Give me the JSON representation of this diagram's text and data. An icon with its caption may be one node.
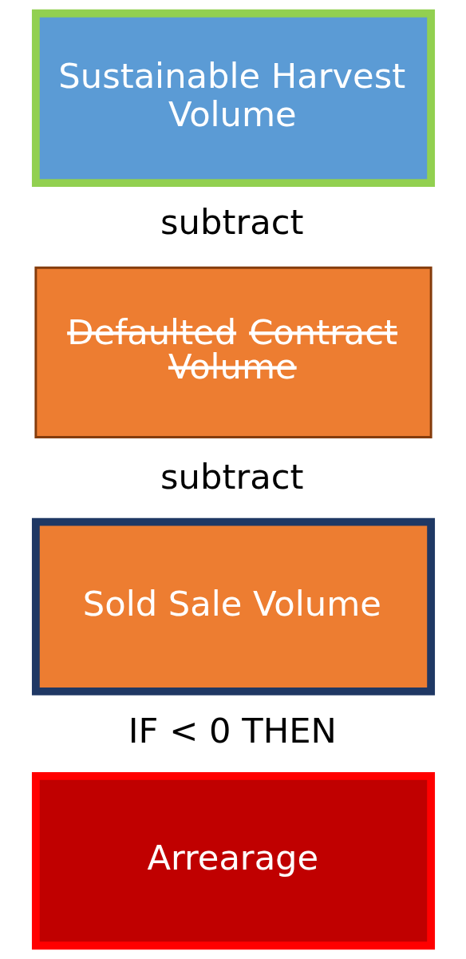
{
  "diagram": {
    "nodes": [
      {
        "text": [
          "Sustainable Harvest Volume"
        ]
      },
      {
        "text": [
          "Defaulted Contract Volume"
        ]
      },
      {
        "text": [
          "Sold Sale Volume"
        ]
      },
      {
        "text": [
          "Arrearage"
        ]
      }
    ],
    "labels": [
      "subtract",
      "subtract",
      "IF < 0 THEN"
    ]
  }
}
